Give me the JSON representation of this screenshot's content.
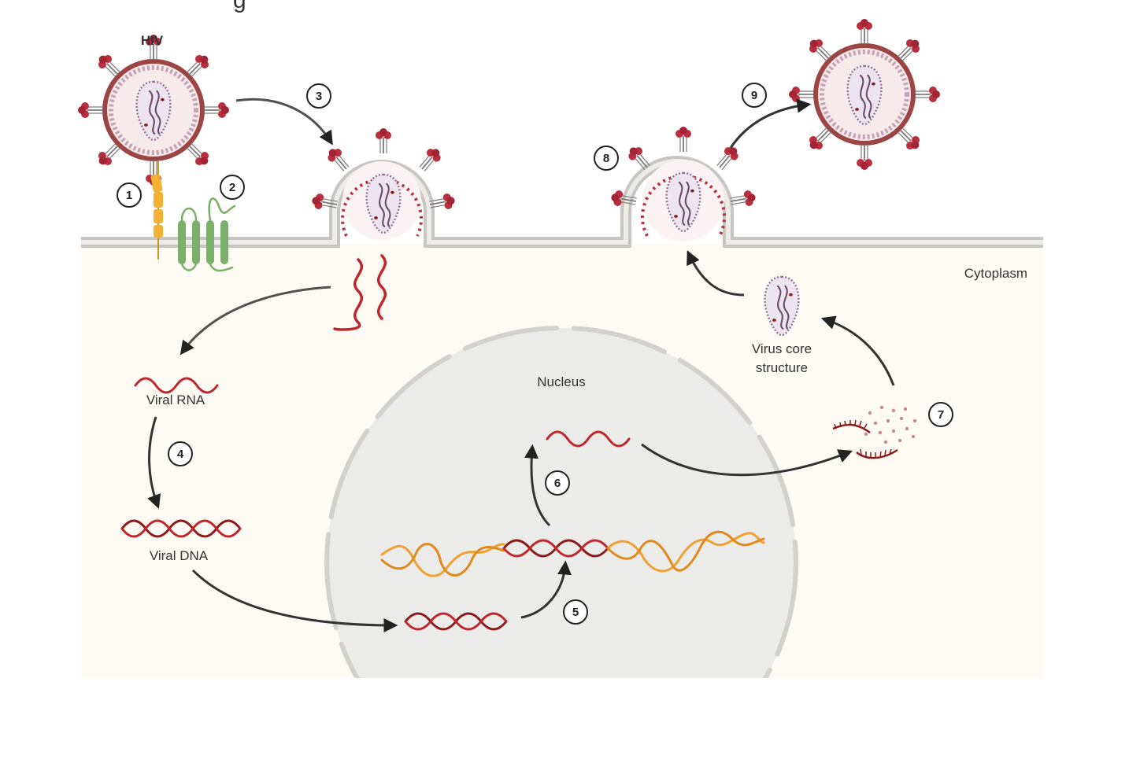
{
  "labels": {
    "hiv": "HIV",
    "cytoplasm": "Cytoplasm",
    "nucleus": "Nucleus",
    "viral_rna": "Viral RNA",
    "viral_dna": "Viral DNA",
    "virus_core_line1": "Virus core",
    "virus_core_line2": "structure",
    "header_fragment": "g"
  },
  "steps": [
    "1",
    "2",
    "3",
    "4",
    "5",
    "6",
    "7",
    "8",
    "9"
  ],
  "colors": {
    "cytoplasm": "#fdfbf4",
    "nucleus": "#ebebea",
    "membrane": "#c9c6c1",
    "virus_envelope": "#9c4545",
    "spike": "#b8303f",
    "rna": "#c0272d",
    "dna": "#8b1a1a",
    "host_dna": "#f0a030",
    "cd4": "#f2b135",
    "ccr5": "#7bb06a",
    "capsid": "#8c6b8e"
  }
}
